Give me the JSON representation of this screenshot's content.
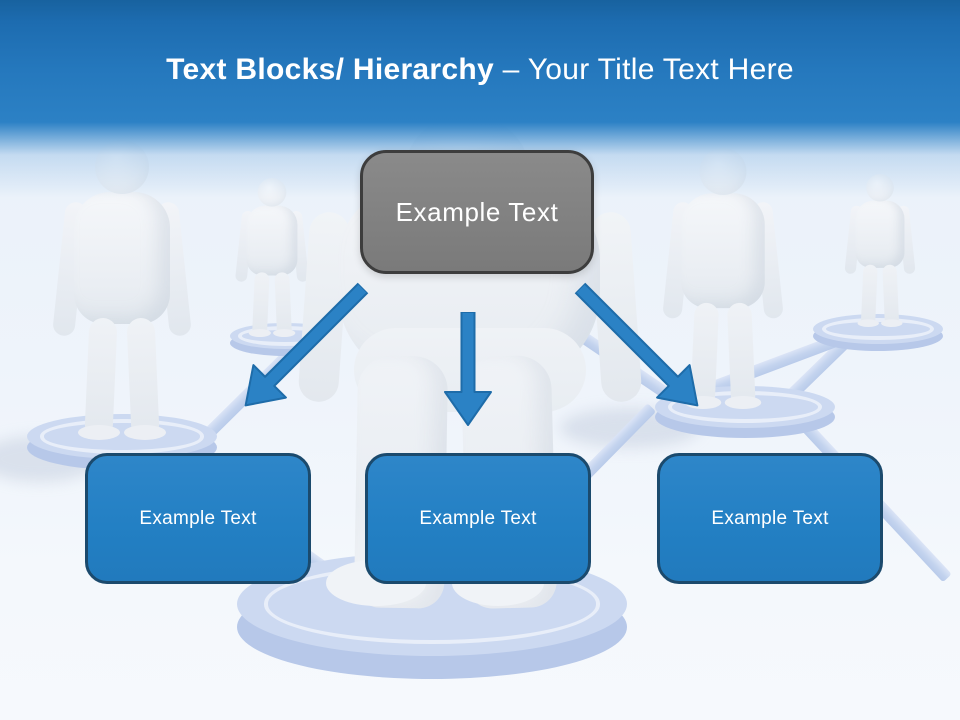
{
  "title": {
    "bold": "Text Blocks/ Hierarchy ",
    "light": "– Your Title Text Here"
  },
  "hierarchy": {
    "root": {
      "label": "Example Text"
    },
    "children": [
      {
        "label": "Example Text"
      },
      {
        "label": "Example Text"
      },
      {
        "label": "Example Text"
      }
    ]
  },
  "icons": {
    "arrows": [
      "arrow-down-left",
      "arrow-down",
      "arrow-down-right"
    ],
    "background_figures": [
      "person-left-large",
      "person-left-small",
      "person-center-large",
      "person-right-large",
      "person-right-small"
    ]
  },
  "colors": {
    "header_top": "#18629f",
    "header_bottom": "#2c81c5",
    "title_text": "#ffffff",
    "root_fill": "#7f7f7f",
    "root_border": "#3d3d3d",
    "child_fill": "#2380c4",
    "child_border": "#1b4a6d",
    "arrow_fill": "#2b82c5",
    "arrow_stroke": "#1e6ca9",
    "network_line": "#c3d3ee",
    "disc_fill": "#ccd9f1"
  }
}
